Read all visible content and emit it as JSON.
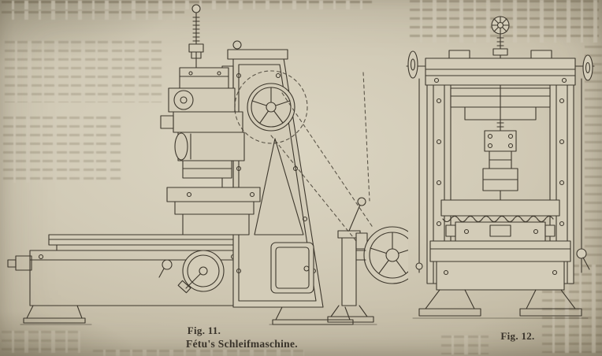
{
  "document": {
    "captions": {
      "fig11": "Fig. 11.",
      "fig12": "Fig. 12.",
      "main": "Fétu's Schleifmaschine."
    }
  },
  "figures": {
    "fig11_subject": "grinding-machine-side-view",
    "fig12_subject": "grinding-machine-front-view"
  },
  "colors": {
    "paper": "#cfc8b4",
    "ink": "#3d372c"
  }
}
